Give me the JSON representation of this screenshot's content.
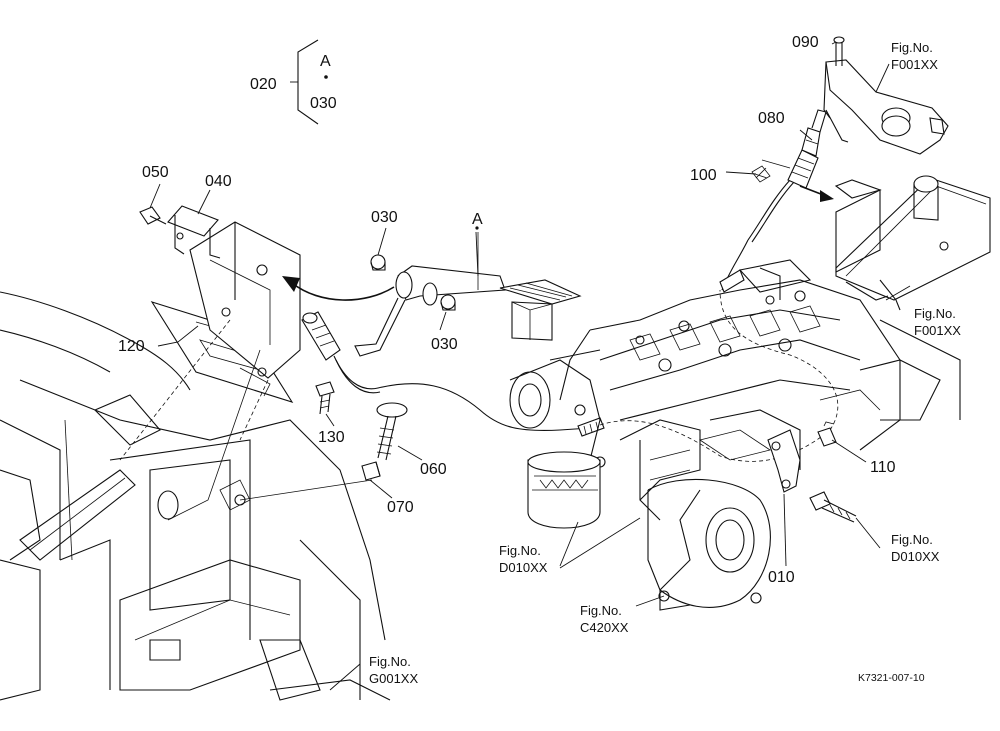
{
  "group": {
    "parent": "020",
    "child_letter": "A",
    "child_number": "030"
  },
  "parts": {
    "p010": "010",
    "p030a": "030",
    "p030b": "030",
    "p040": "040",
    "p050": "050",
    "p060": "060",
    "p070": "070",
    "p080": "080",
    "p090": "090",
    "p100": "100",
    "p110": "110",
    "p120": "120",
    "p130": "130",
    "pA": "A"
  },
  "fig_refs": {
    "f001_top": {
      "label": "Fig.No.",
      "code": "F001XX"
    },
    "f001_mid": {
      "label": "Fig.No.",
      "code": "F001XX"
    },
    "d010_left": {
      "label": "Fig.No.",
      "code": "D010XX"
    },
    "d010_right": {
      "label": "Fig.No.",
      "code": "D010XX"
    },
    "c420": {
      "label": "Fig.No.",
      "code": "C420XX"
    },
    "g001": {
      "label": "Fig.No.",
      "code": "G001XX"
    }
  },
  "drawing_code": "K7321-007-10"
}
